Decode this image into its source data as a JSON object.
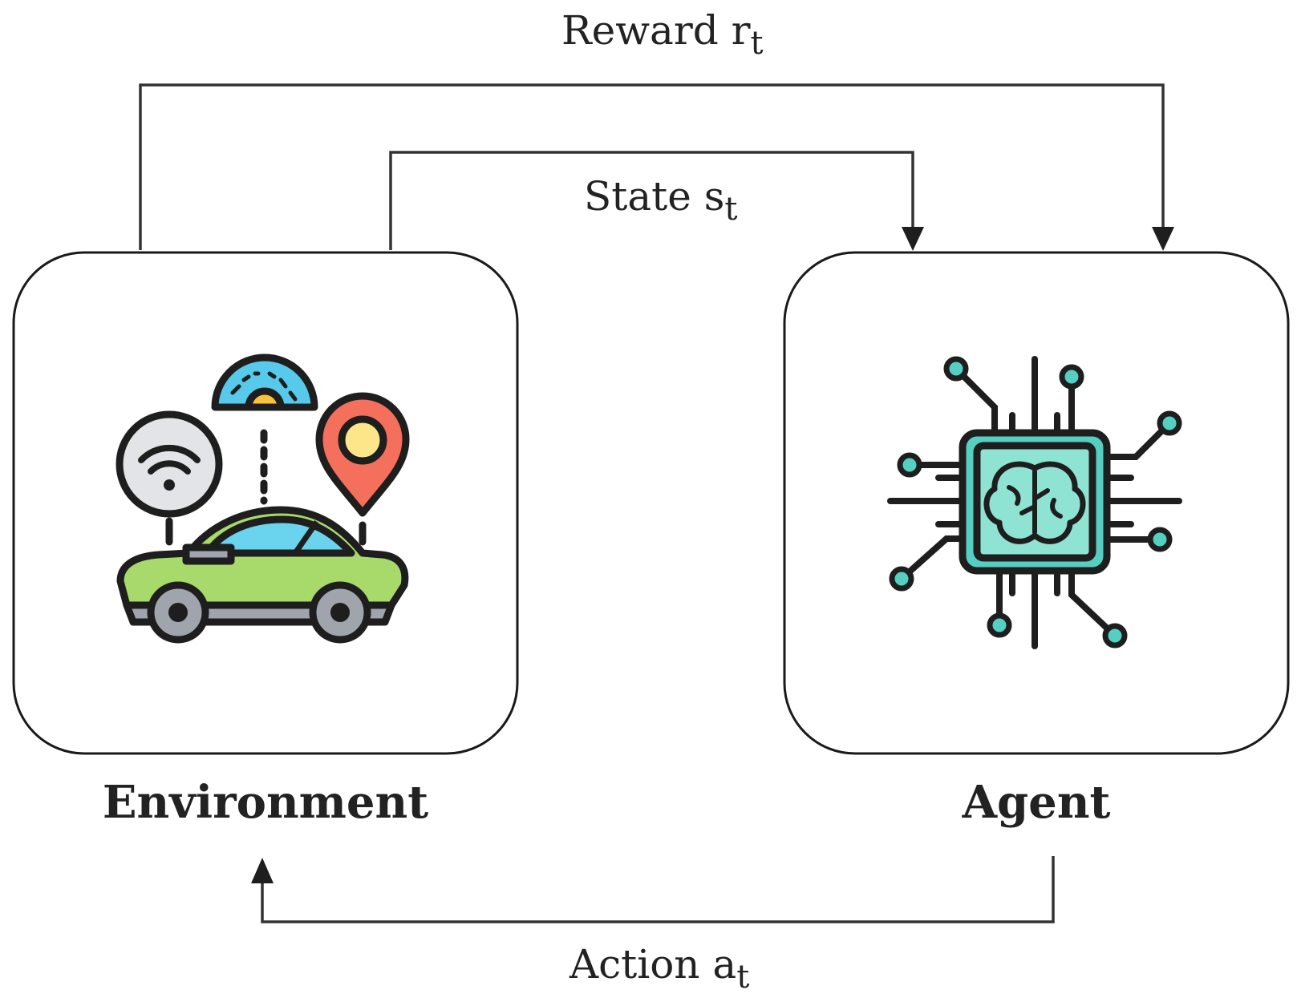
{
  "nodes": {
    "environment": {
      "label": "Environment",
      "icon": "autonomous-car-icon"
    },
    "agent": {
      "label": "Agent",
      "icon": "ai-brain-chip-icon"
    }
  },
  "edges": {
    "reward": {
      "label": "Reward r",
      "subscript": "t",
      "from": "Environment",
      "to": "Agent"
    },
    "state": {
      "label": "State s",
      "subscript": "t",
      "from": "Environment",
      "to": "Agent"
    },
    "action": {
      "label": "Action a",
      "subscript": "t",
      "from": "Agent",
      "to": "Environment"
    }
  },
  "colors": {
    "line": "#333333",
    "car_body": "#a7d96b",
    "car_glass": "#6ad3ee",
    "pin": "#f46f5c",
    "pin_center": "#fde58a",
    "gauge": "#57c9ea",
    "gauge_needle": "#f8c23c",
    "wifi_bg": "#e2e4e8",
    "chip": "#8fe3d3",
    "chip_node": "#54cfc1"
  }
}
